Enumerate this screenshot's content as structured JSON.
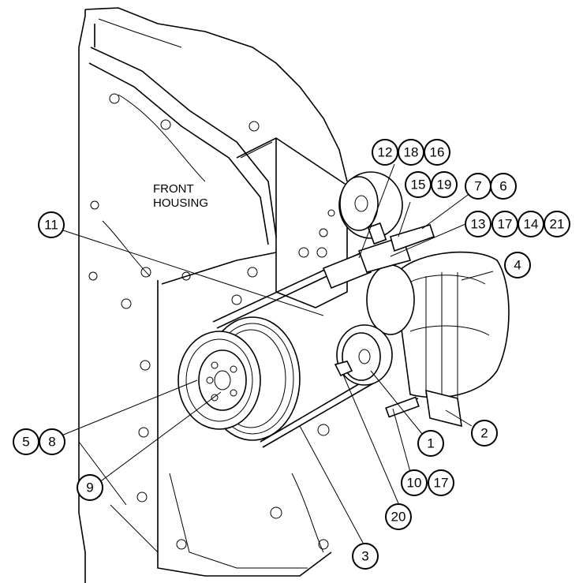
{
  "housing_label": {
    "line1": "FRONT",
    "line2": "HOUSING"
  },
  "callouts": [
    {
      "id": "c12",
      "label": "12"
    },
    {
      "id": "c18",
      "label": "18"
    },
    {
      "id": "c16",
      "label": "16"
    },
    {
      "id": "c15",
      "label": "15"
    },
    {
      "id": "c19",
      "label": "19"
    },
    {
      "id": "c7",
      "label": "7"
    },
    {
      "id": "c6",
      "label": "6"
    },
    {
      "id": "c11",
      "label": "11"
    },
    {
      "id": "c13",
      "label": "13"
    },
    {
      "id": "c17a",
      "label": "17"
    },
    {
      "id": "c14",
      "label": "14"
    },
    {
      "id": "c21",
      "label": "21"
    },
    {
      "id": "c4",
      "label": "4"
    },
    {
      "id": "c2",
      "label": "2"
    },
    {
      "id": "c1",
      "label": "1"
    },
    {
      "id": "c5",
      "label": "5"
    },
    {
      "id": "c8",
      "label": "8"
    },
    {
      "id": "c10",
      "label": "10"
    },
    {
      "id": "c17b",
      "label": "17"
    },
    {
      "id": "c9",
      "label": "9"
    },
    {
      "id": "c20",
      "label": "20"
    },
    {
      "id": "c3",
      "label": "3"
    }
  ]
}
